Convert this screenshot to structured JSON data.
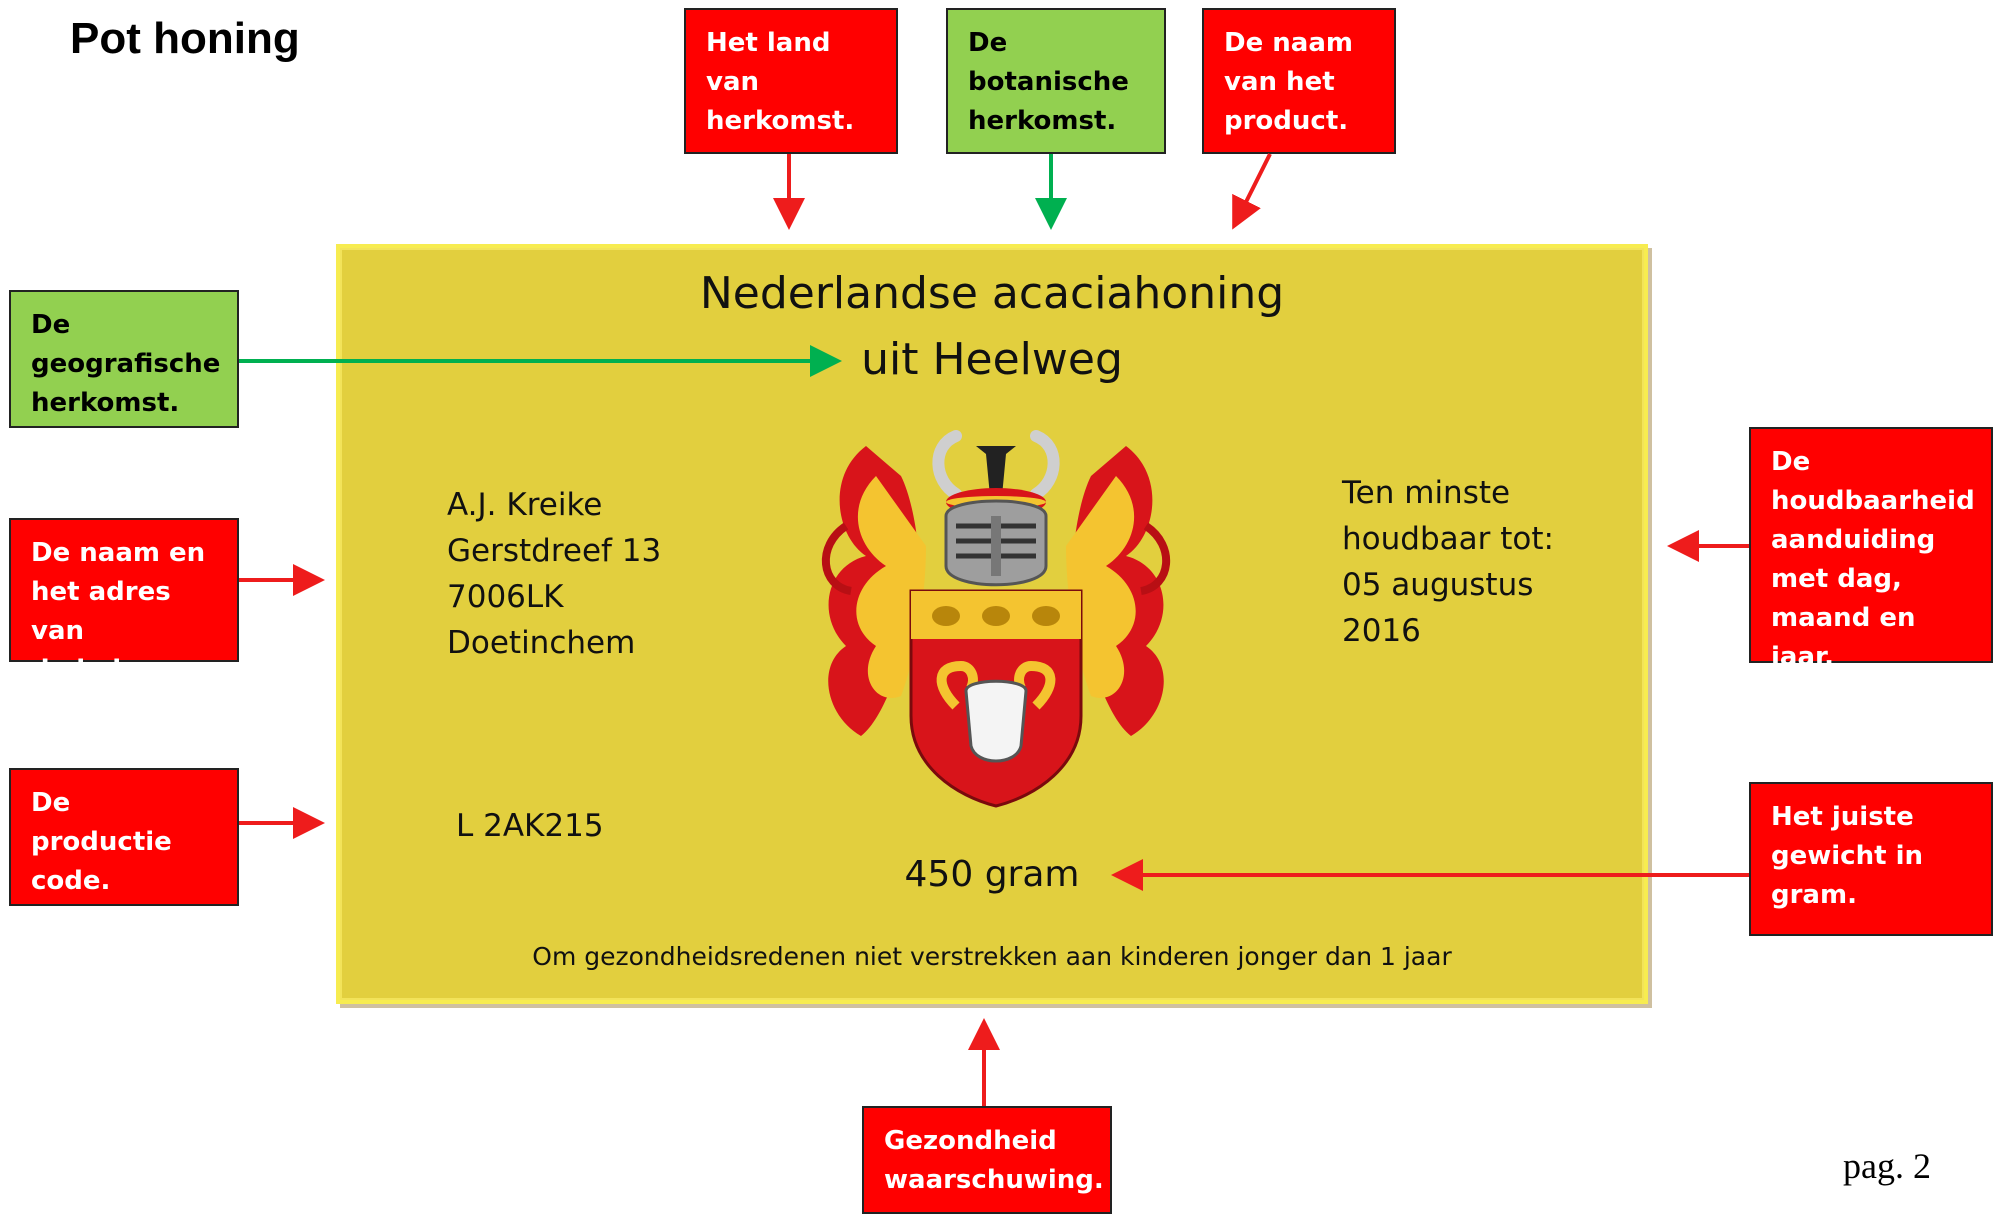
{
  "title": "Pot honing",
  "page_number": "pag. 2",
  "label": {
    "product_line1": "Nederlandse acaciahoning",
    "product_line2": "uit Heelweg",
    "beekeeper": "A.J. Kreike\nGerstdreef 13\n7006LK\nDoetinchem",
    "best_before": "Ten minste\nhoudbaar tot:\n05 augustus\n2016",
    "production_code": "L 2AK215",
    "weight": "450 gram",
    "warning": "Om gezondheidsredenen niet verstrekken aan kinderen jonger dan 1 jaar",
    "background_color": "#e2cf3e"
  },
  "callouts": {
    "land": "Het land\nvan\nherkomst.",
    "botanical": "De\nbotanische\nherkomst.",
    "product_name": "De naam\nvan het\nproduct.",
    "geographic": "De\ngeografische\nherkomst.",
    "beekeeper": "De naam en\nhet adres van\nde imker.",
    "production_code": "De productie\ncode.\nL.................",
    "shelf_life": "De\nhoudbaarheid\naanduiding\nmet dag,\nmaand en jaar.",
    "weight": "Het juiste\ngewicht in\ngram.",
    "health": "Gezondheid\nwaarschuwing."
  },
  "colors": {
    "red_box": "#ff0000",
    "green_box": "#92d050",
    "red_arrow": "#ee1c1c",
    "green_arrow": "#00b050"
  }
}
